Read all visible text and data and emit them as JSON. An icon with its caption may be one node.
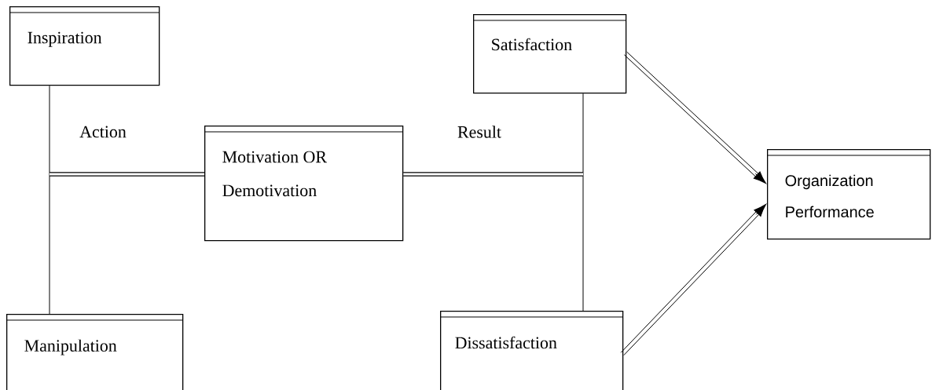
{
  "diagram": {
    "nodes": [
      {
        "text": [
          "Inspiration"
        ]
      },
      {
        "text": [
          "Satisfaction"
        ]
      },
      {
        "text": [
          "Motivation OR Demotivation"
        ]
      },
      {
        "text": [
          "Organization Performance"
        ]
      },
      {
        "text": [
          "Manipulation"
        ]
      },
      {
        "text": [
          "Dissatisfaction"
        ]
      }
    ],
    "edges": [
      {
        "from": 0,
        "to": 2,
        "arrow": "none",
        "label": "Action"
      },
      {
        "from": 4,
        "to": 2,
        "arrow": "none"
      },
      {
        "from": 2,
        "to": 1,
        "arrow": "none",
        "label": "Result"
      },
      {
        "from": 2,
        "to": 5,
        "arrow": "none"
      },
      {
        "from": 1,
        "to": 3,
        "arrow": "to"
      },
      {
        "from": 5,
        "to": 3,
        "arrow": "to"
      }
    ]
  }
}
